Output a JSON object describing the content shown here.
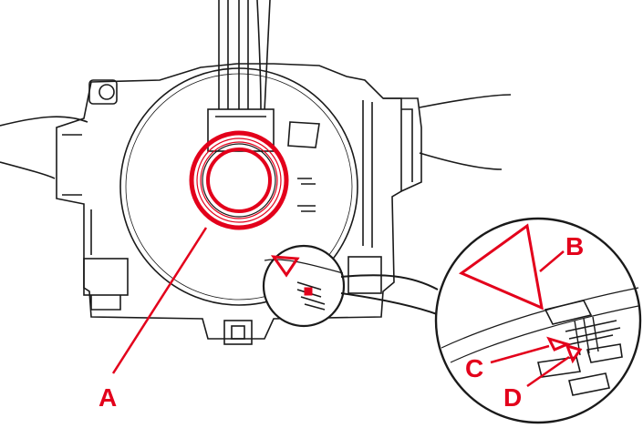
{
  "diagram": {
    "callouts": [
      {
        "id": "A",
        "label": "A"
      },
      {
        "id": "B",
        "label": "B"
      },
      {
        "id": "C",
        "label": "C"
      },
      {
        "id": "D",
        "label": "D"
      }
    ]
  },
  "colors": {
    "line": "#1a1a1a",
    "accent": "#e3001b",
    "background": "#ffffff"
  }
}
